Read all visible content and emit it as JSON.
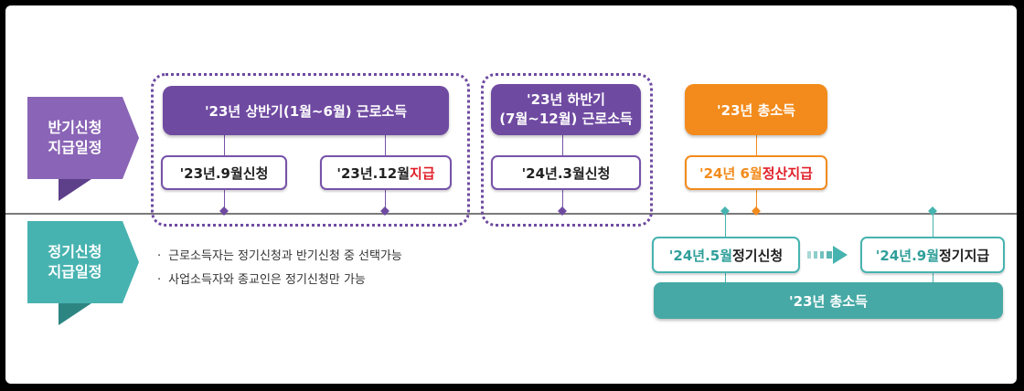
{
  "side_labels": {
    "half": {
      "line1": "반기신청",
      "line2": "지급일정"
    },
    "regular": {
      "line1": "정기신청",
      "line2": "지급일정"
    }
  },
  "headers": {
    "h1": "'23년 상반기(1월~6월) 근로소득",
    "h2_line1": "'23년 하반기",
    "h2_line2": "(7월~12월) 근로소득",
    "h3": "'23년 총소득",
    "h4": "'23년 총소득"
  },
  "boxes": {
    "b1": {
      "part1": "'23년.9월 ",
      "part2": "신청"
    },
    "b2": {
      "part1": "'23년.12월 ",
      "part2": "지급"
    },
    "b3": {
      "part1": "'24년.3월 ",
      "part2": "신청"
    },
    "b4": {
      "part1": "'24년 6월 ",
      "part2": "정산지급"
    },
    "b5": {
      "part1": "'24년.5월 ",
      "part2": "정기신청"
    },
    "b6": {
      "part1": "'24년.9월 ",
      "part2": "정기지급"
    }
  },
  "notes": [
    "근로소득자는 정기신청과 반기신청 중 선택가능",
    "사업소득자와 종교인은 정기신청만 가능"
  ],
  "colors": {
    "purple": "#6f4aa1",
    "orange": "#f28b1c",
    "teal": "#46a9a5",
    "red": "#e0202a"
  }
}
